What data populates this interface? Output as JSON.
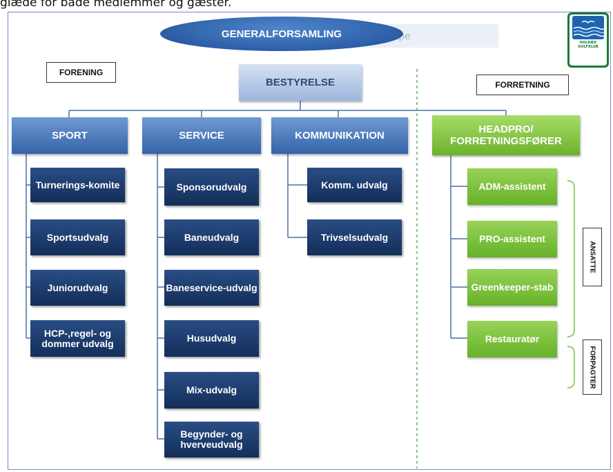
{
  "caption": "glæde for både medlemmer og gæster.",
  "top_node": "GENERALFORSAMLING",
  "ghost_text": "Rectangular Shape",
  "board": "BESTYRELSE",
  "sides": {
    "left": "FORENING",
    "right": "FORRETNING"
  },
  "logo": {
    "name": "HOLBÆK GOLFKLUB"
  },
  "departments": [
    {
      "title": "SPORT",
      "items": [
        "Turnerings-komite",
        "Sportsudvalg",
        "Juniorudvalg",
        "HCP-,regel- og dommer udvalg"
      ]
    },
    {
      "title": "SERVICE",
      "items": [
        "Sponsorudvalg",
        "Baneudvalg",
        "Baneservice-udvalg",
        "Husudvalg",
        "Mix-udvalg",
        "Begynder- og hverveudvalg"
      ]
    },
    {
      "title": "KOMMUNIKATION",
      "items": [
        "Komm. udvalg",
        "Trivselsudvalg"
      ]
    },
    {
      "title": "HEADPRO/ FORRETNINGSFØRER",
      "items": [
        "ADM-assistent",
        "PRO-assistent",
        "Greenkeeper-stab",
        "Restauratør"
      ]
    }
  ],
  "groups": {
    "employees": "ANSATTE",
    "tenant": "FORPAGTER"
  },
  "colors": {
    "dark_blue": "#1b3b6e",
    "mid_blue": "#3f6fb5",
    "green": "#7bc142",
    "divider": "#3c9a3c"
  }
}
